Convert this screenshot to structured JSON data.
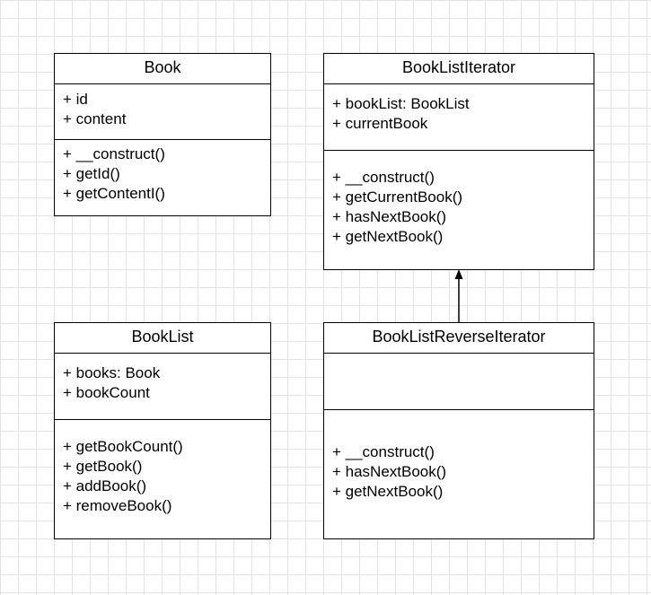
{
  "classes": {
    "book": {
      "name": "Book",
      "attributes": [
        "+ id",
        "+ content"
      ],
      "methods": [
        "+ __construct()",
        "+ getId()",
        "+ getContentI()"
      ]
    },
    "book_list_iterator": {
      "name": "BookListIterator",
      "attributes": [
        "+ bookList: BookList",
        "+ currentBook"
      ],
      "methods": [
        "+ __construct()",
        "+ getCurrentBook()",
        "+ hasNextBook()",
        "+ getNextBook()"
      ]
    },
    "book_list": {
      "name": "BookList",
      "attributes": [
        "+ books: Book",
        "+ bookCount"
      ],
      "methods": [
        "+ getBookCount()",
        "+ getBook()",
        "+ addBook()",
        "+ removeBook()"
      ]
    },
    "book_list_reverse_iterator": {
      "name": "BookListReverseIterator",
      "attributes": [],
      "methods": [
        "+ __construct()",
        "+ hasNextBook()",
        "+ getNextBook()"
      ]
    }
  },
  "relations": [
    {
      "type": "inheritance",
      "from": "BookListReverseIterator",
      "to": "BookListIterator"
    }
  ]
}
